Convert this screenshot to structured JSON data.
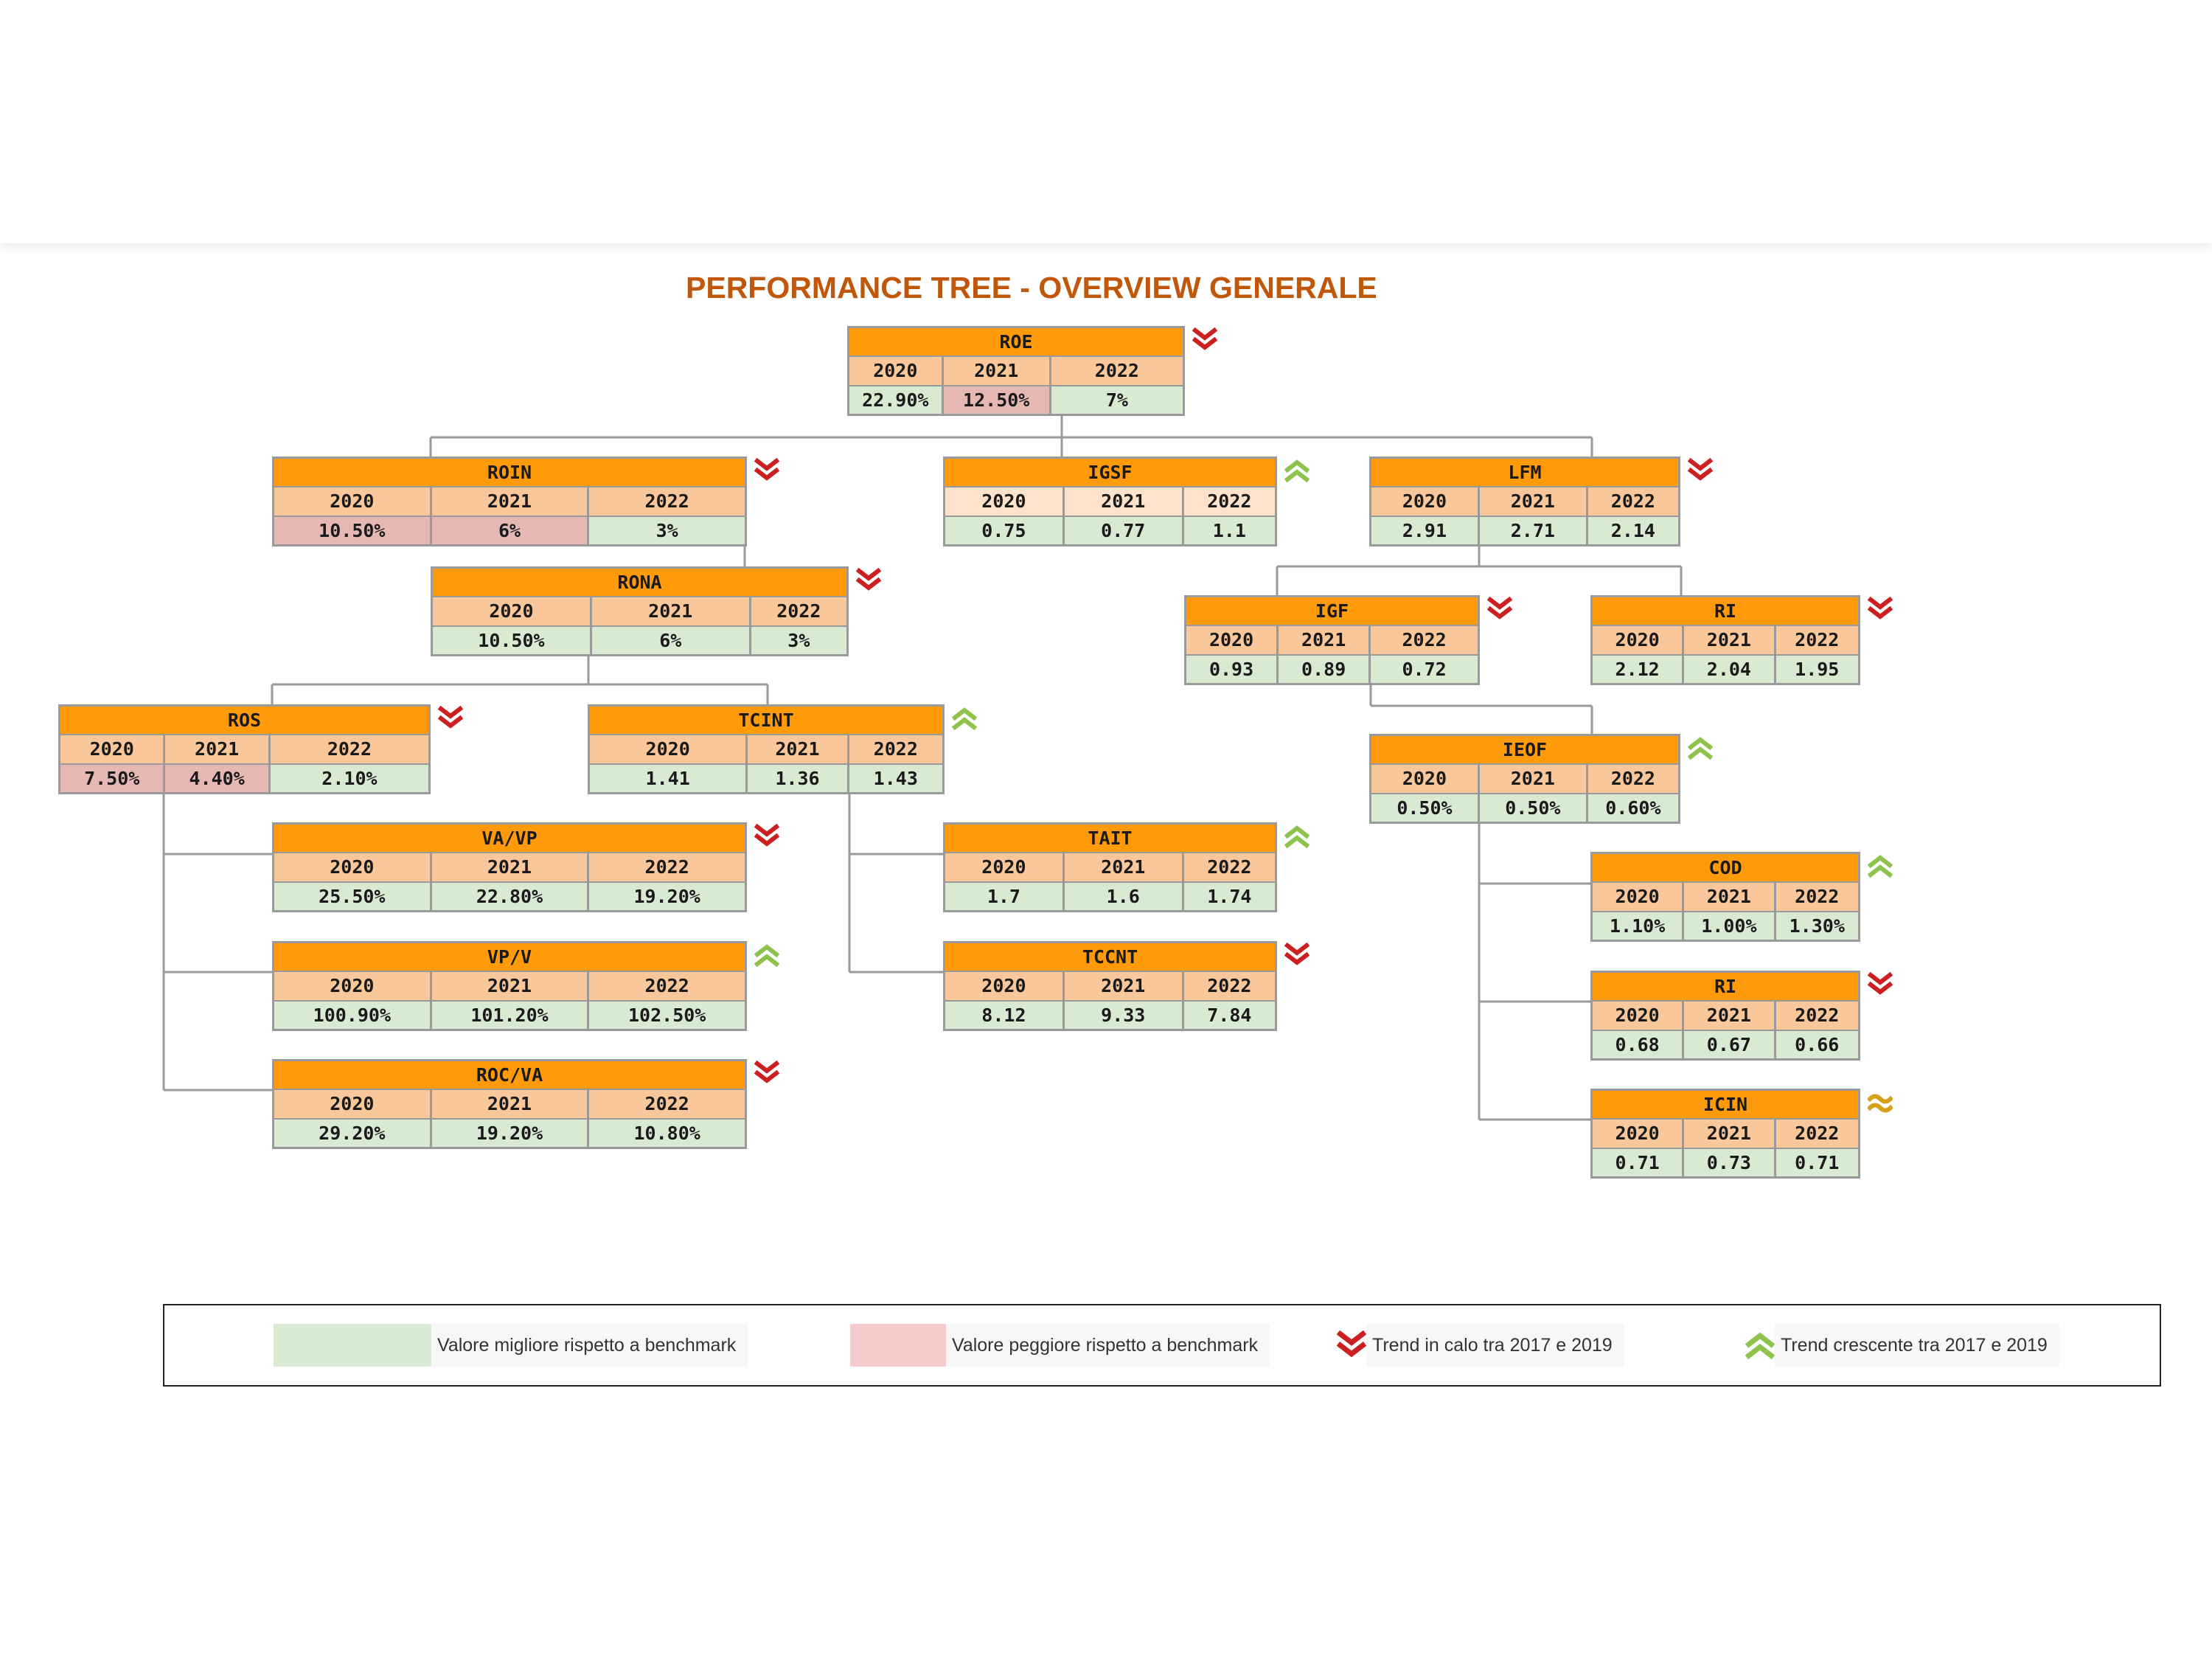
{
  "title": "PERFORMANCE TREE - OVERVIEW GENERALE",
  "colors": {
    "header": "#ff9a0a",
    "year_cell": "#f9c79a",
    "better": "#d9ead3",
    "worse": "#e6b8b4",
    "trend_down": "#cc1f1f",
    "trend_up": "#8ec44d",
    "trend_flat": "#d4a21a",
    "title": "#c0570a"
  },
  "nodes": [
    {
      "id": "roe",
      "name": "ROE",
      "years": [
        "2020",
        "2021",
        "2022"
      ],
      "values": [
        "22.90%",
        "12.50%",
        "7%"
      ],
      "status": [
        "better",
        "worse",
        "better"
      ],
      "trend": "down"
    },
    {
      "id": "roin",
      "name": "ROIN",
      "years": [
        "2020",
        "2021",
        "2022"
      ],
      "values": [
        "10.50%",
        "6%",
        "3%"
      ],
      "status": [
        "worse",
        "worse",
        "better"
      ],
      "trend": "down"
    },
    {
      "id": "igsf",
      "name": "IGSF",
      "years": [
        "2020",
        "2021",
        "2022"
      ],
      "values": [
        "0.75",
        "0.77",
        "1.1"
      ],
      "status": [
        "better",
        "better",
        "better"
      ],
      "trend": "up"
    },
    {
      "id": "lfm",
      "name": "LFM",
      "years": [
        "2020",
        "2021",
        "2022"
      ],
      "values": [
        "2.91",
        "2.71",
        "2.14"
      ],
      "status": [
        "better",
        "better",
        "better"
      ],
      "trend": "down"
    },
    {
      "id": "rona",
      "name": "RONA",
      "years": [
        "2020",
        "2021",
        "2022"
      ],
      "values": [
        "10.50%",
        "6%",
        "3%"
      ],
      "status": [
        "better",
        "better",
        "better"
      ],
      "trend": "down"
    },
    {
      "id": "igf",
      "name": "IGF",
      "years": [
        "2020",
        "2021",
        "2022"
      ],
      "values": [
        "0.93",
        "0.89",
        "0.72"
      ],
      "status": [
        "better",
        "better",
        "better"
      ],
      "trend": "down"
    },
    {
      "id": "ri_top",
      "name": "RI",
      "years": [
        "2020",
        "2021",
        "2022"
      ],
      "values": [
        "2.12",
        "2.04",
        "1.95"
      ],
      "status": [
        "better",
        "better",
        "better"
      ],
      "trend": "down"
    },
    {
      "id": "ros",
      "name": "ROS",
      "years": [
        "2020",
        "2021",
        "2022"
      ],
      "values": [
        "7.50%",
        "4.40%",
        "2.10%"
      ],
      "status": [
        "worse",
        "worse",
        "better"
      ],
      "trend": "down"
    },
    {
      "id": "tcint",
      "name": "TCINT",
      "years": [
        "2020",
        "2021",
        "2022"
      ],
      "values": [
        "1.41",
        "1.36",
        "1.43"
      ],
      "status": [
        "better",
        "better",
        "better"
      ],
      "trend": "up"
    },
    {
      "id": "ieof",
      "name": "IEOF",
      "years": [
        "2020",
        "2021",
        "2022"
      ],
      "values": [
        "0.50%",
        "0.50%",
        "0.60%"
      ],
      "status": [
        "better",
        "better",
        "better"
      ],
      "trend": "up"
    },
    {
      "id": "vavp",
      "name": "VA/VP",
      "years": [
        "2020",
        "2021",
        "2022"
      ],
      "values": [
        "25.50%",
        "22.80%",
        "19.20%"
      ],
      "status": [
        "better",
        "better",
        "better"
      ],
      "trend": "down"
    },
    {
      "id": "tait",
      "name": "TAIT",
      "years": [
        "2020",
        "2021",
        "2022"
      ],
      "values": [
        "1.7",
        "1.6",
        "1.74"
      ],
      "status": [
        "better",
        "better",
        "better"
      ],
      "trend": "up"
    },
    {
      "id": "cod",
      "name": "COD",
      "years": [
        "2020",
        "2021",
        "2022"
      ],
      "values": [
        "1.10%",
        "1.00%",
        "1.30%"
      ],
      "status": [
        "better",
        "better",
        "better"
      ],
      "trend": "up"
    },
    {
      "id": "vpv",
      "name": "VP/V",
      "years": [
        "2020",
        "2021",
        "2022"
      ],
      "values": [
        "100.90%",
        "101.20%",
        "102.50%"
      ],
      "status": [
        "better",
        "better",
        "better"
      ],
      "trend": "up"
    },
    {
      "id": "tccnt",
      "name": "TCCNT",
      "years": [
        "2020",
        "2021",
        "2022"
      ],
      "values": [
        "8.12",
        "9.33",
        "7.84"
      ],
      "status": [
        "better",
        "better",
        "better"
      ],
      "trend": "down"
    },
    {
      "id": "ri_bottom",
      "name": "RI",
      "years": [
        "2020",
        "2021",
        "2022"
      ],
      "values": [
        "0.68",
        "0.67",
        "0.66"
      ],
      "status": [
        "better",
        "better",
        "better"
      ],
      "trend": "down"
    },
    {
      "id": "rocva",
      "name": "ROC/VA",
      "years": [
        "2020",
        "2021",
        "2022"
      ],
      "values": [
        "29.20%",
        "19.20%",
        "10.80%"
      ],
      "status": [
        "better",
        "better",
        "better"
      ],
      "trend": "down"
    },
    {
      "id": "icin",
      "name": "ICIN",
      "years": [
        "2020",
        "2021",
        "2022"
      ],
      "values": [
        "0.71",
        "0.73",
        "0.71"
      ],
      "status": [
        "better",
        "better",
        "better"
      ],
      "trend": "flat"
    }
  ],
  "legend": {
    "better_label": "Valore migliore rispetto a benchmark",
    "worse_label": "Valore peggiore rispetto a benchmark",
    "down_label": "Trend in calo tra 2017 e 2019",
    "up_label": "Trend crescente tra 2017 e 2019"
  }
}
